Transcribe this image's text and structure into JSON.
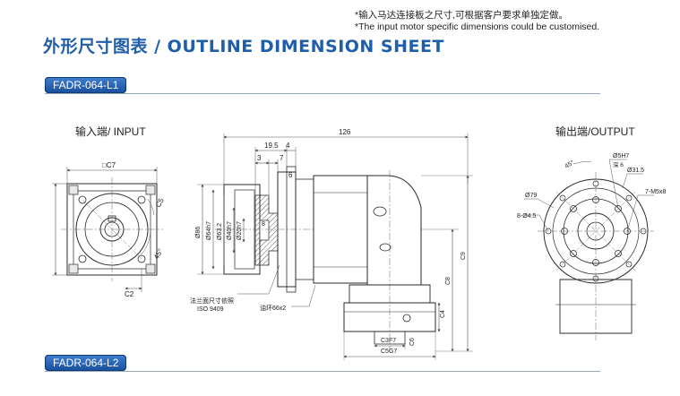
{
  "header": {
    "note_cn": "*输入马达连接板之尺寸,可根据客户要求单独定做。",
    "note_en": "*The input motor specific dimensions could be customised.",
    "title": "外形尺寸图表 / OUTLINE DIMENSION SHEET"
  },
  "models": {
    "first": "FADR-064-L1",
    "second": "FADR-064-L2"
  },
  "views": {
    "input": "输入端/ INPUT",
    "output": "输出端/OUTPUT"
  },
  "input_dims": {
    "c7": "□C7",
    "c2": "C2",
    "r45": "45°",
    "c5": "C5"
  },
  "side_dims": {
    "l126": "126",
    "l19_5": "19.5",
    "l4": "4",
    "l3": "3",
    "l7": "7",
    "l6": "6",
    "d86": "Ø86",
    "d64": "Ø64h7",
    "d63": "Ø63.2",
    "d40": "Ø40h7",
    "d20": "Ø20h7",
    "d8": "8",
    "c9": "C9",
    "c8": "C8",
    "c4": "C4",
    "c3": "C3F7",
    "c6": "C6",
    "c5": "C5G7",
    "flange_cn": "法兰面尺寸依照",
    "flange_std": "ISO 9409",
    "oil_ring": "油环66x2"
  },
  "output_dims": {
    "d5": "Ø5H7",
    "depth6": "深 6",
    "d31_5": "Ø31.5",
    "d79": "Ø79",
    "holes4": "8-Ø4.5",
    "holes7": "7-M5x8",
    "r45": "45°"
  },
  "colors": {
    "title": "#1f5ea8",
    "tag": "#1f5ea8",
    "line": "#2a2a2a",
    "dim": "#555555"
  }
}
